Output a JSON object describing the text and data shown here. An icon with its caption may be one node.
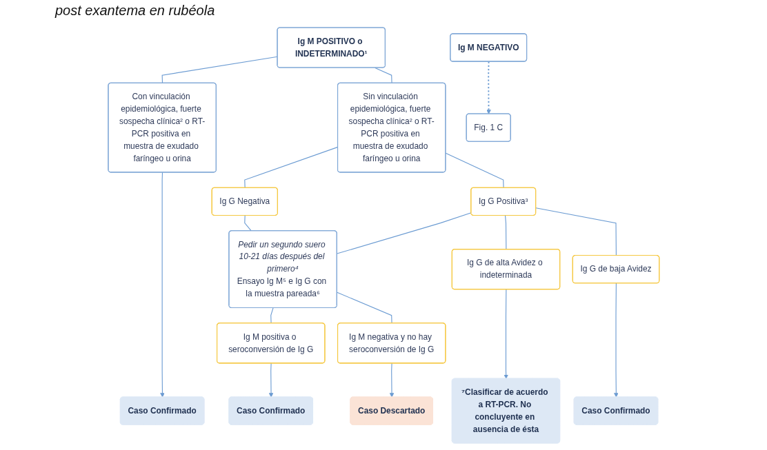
{
  "diagram": {
    "title": "post exantema en rubéola",
    "nodes": [
      {
        "text": [
          "Ig M POSITIVO o INDETERMINADO¹"
        ]
      },
      {
        "text": [
          "Ig M NEGATIVO"
        ]
      },
      {
        "text": [
          "Con vinculación epidemiológica, fuerte sospecha clínica² o RT-PCR positiva en muestra de exudado faríngeo u orina"
        ]
      },
      {
        "text": [
          "Sin vinculación epidemiológica, fuerte sospecha clínica² o RT-PCR positiva en muestra de exudado faríngeo u orina"
        ]
      },
      {
        "text": [
          "Ig G Negativa"
        ]
      },
      {
        "text": [
          "Ig G Positiva³"
        ]
      },
      {
        "text": [
          "Ig G de alta Avidez o indeterminada"
        ]
      },
      {
        "text": [
          "Ig G de baja Avidez"
        ]
      },
      {
        "text": [
          "Pedir un segundo suero 10-21 días después del primero⁴",
          "Ensayo Ig M⁵ e Ig G con la muestra pareada⁶"
        ]
      },
      {
        "text": [
          "Fig. 1 C"
        ]
      },
      {
        "text": [
          "Ig M positiva o seroconversión de Ig G"
        ]
      },
      {
        "text": [
          "Ig M negativa y no hay seroconversión de Ig G"
        ]
      },
      {
        "text": [
          "Caso Confirmado"
        ]
      },
      {
        "text": [
          "Caso Confirmado"
        ]
      },
      {
        "text": [
          "Caso Descartado"
        ]
      },
      {
        "text": [
          "⁷Clasificar de acuerdo a RT-PCR. No concluyente en ausencia de ésta"
        ]
      },
      {
        "text": [
          "Caso Confirmado"
        ]
      }
    ],
    "edges": [
      {
        "from": 0,
        "to": 2,
        "arrow": "none"
      },
      {
        "from": 0,
        "to": 3,
        "arrow": "none"
      },
      {
        "from": 3,
        "to": 4,
        "arrow": "none"
      },
      {
        "from": 3,
        "to": 5,
        "arrow": "none"
      },
      {
        "from": 5,
        "to": 6,
        "arrow": "none"
      },
      {
        "from": 5,
        "to": 7,
        "arrow": "none"
      },
      {
        "from": 4,
        "to": 8,
        "arrow": "none"
      },
      {
        "from": 5,
        "to": 8,
        "arrow": "none"
      },
      {
        "from": 1,
        "to": 9,
        "arrow": "to",
        "style": "dashed"
      },
      {
        "from": 8,
        "to": 10,
        "arrow": "none"
      },
      {
        "from": 8,
        "to": 11,
        "arrow": "none"
      },
      {
        "from": 2,
        "to": 12,
        "arrow": "to"
      },
      {
        "from": 10,
        "to": 13,
        "arrow": "to"
      },
      {
        "from": 11,
        "to": 14,
        "arrow": "to"
      },
      {
        "from": 6,
        "to": 15,
        "arrow": "to"
      },
      {
        "from": 7,
        "to": 16,
        "arrow": "to"
      }
    ]
  }
}
